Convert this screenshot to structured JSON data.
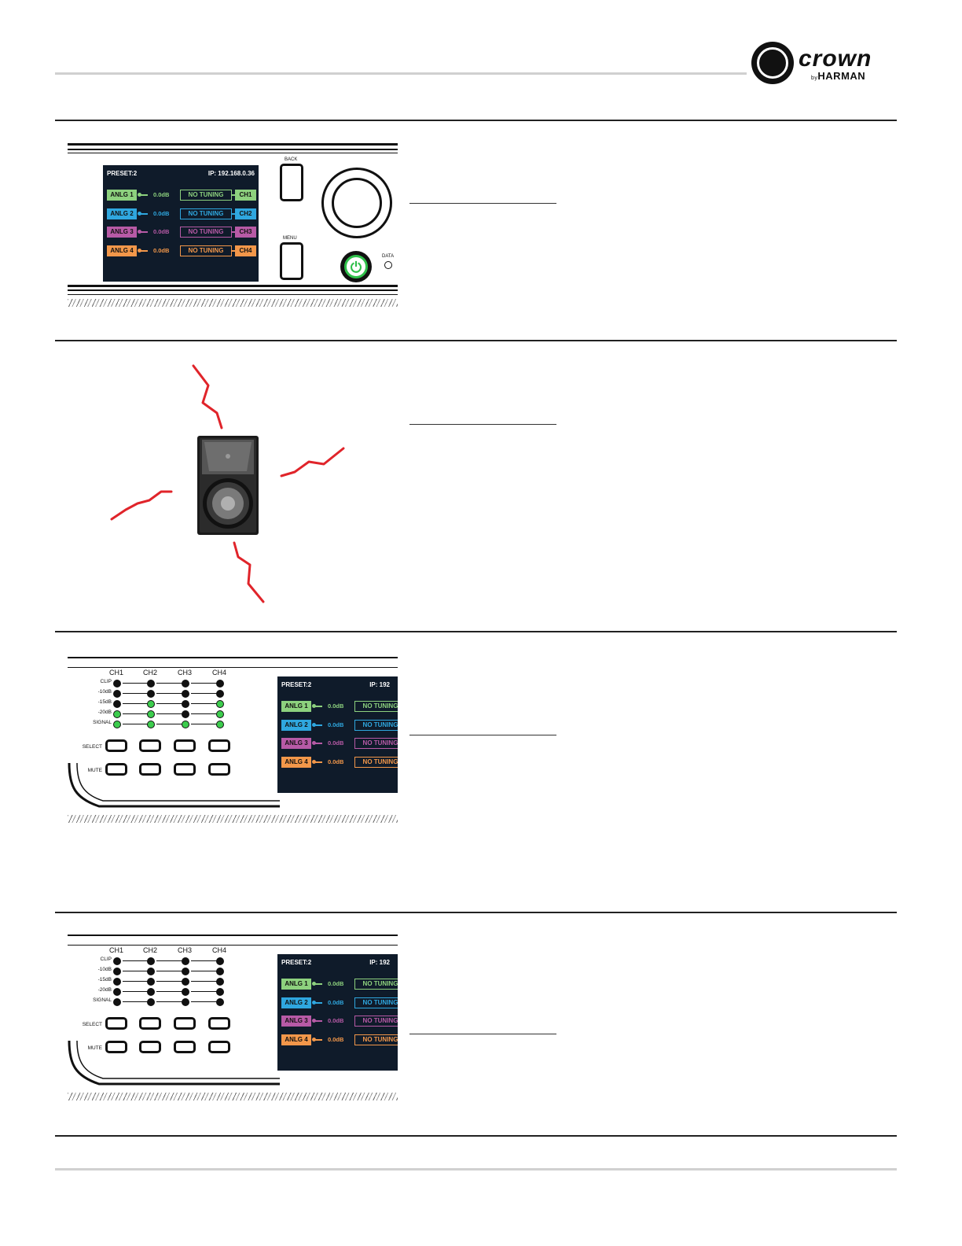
{
  "brand": {
    "name": "crown",
    "by": "by",
    "company": "HARMAN"
  },
  "lcd": {
    "preset": "PRESET:2",
    "ip": "IP: 192.168.0.36",
    "ip_cropped": "IP: 192",
    "inputs": [
      {
        "input": "ANLG 1",
        "gain": "0.0dB",
        "tuning": "NO TUNING",
        "tuning_cropped": "NO TUNING",
        "channel": "CH1",
        "color": "#8dd17e"
      },
      {
        "input": "ANLG 2",
        "gain": "0.0dB",
        "tuning": "NO TUNING",
        "tuning_cropped": "NO TUNING",
        "channel": "CH2",
        "color": "#2fa7df"
      },
      {
        "input": "ANLG 3",
        "gain": "0.0dB",
        "tuning": "NO TUNING",
        "tuning_cropped": "NO TUNING",
        "channel": "CH3",
        "color": "#b75aa6"
      },
      {
        "input": "ANLG 4",
        "gain": "0.0dB",
        "tuning": "NO TUNING",
        "tuning_cropped": "NO TUNING",
        "channel": "CH4",
        "color": "#f2974a"
      }
    ]
  },
  "front_panel": {
    "back_label": "BACK",
    "menu_label": "MENU",
    "data_label": "DATA"
  },
  "meters": {
    "channels": [
      "CH1",
      "CH2",
      "CH3",
      "CH4"
    ],
    "levels": [
      "CLIP",
      "-10dB",
      "-15dB",
      "-20dB",
      "SIGNAL"
    ],
    "select_label": "SELECT",
    "mute_label": "MUTE",
    "panel_a_lit": [
      [
        false,
        false,
        false,
        false
      ],
      [
        false,
        false,
        false,
        false
      ],
      [
        false,
        true,
        false,
        true
      ],
      [
        true,
        true,
        false,
        true
      ],
      [
        true,
        true,
        true,
        true
      ]
    ],
    "panel_b_lit": [
      [
        false,
        false,
        false,
        false
      ],
      [
        false,
        false,
        false,
        false
      ],
      [
        false,
        false,
        false,
        false
      ],
      [
        false,
        false,
        false,
        false
      ],
      [
        false,
        false,
        false,
        false
      ]
    ]
  },
  "colors": {
    "lcd_bg": "#0f1b2a",
    "led_green": "#3ccc4d",
    "signal_red": "#e0242a"
  }
}
